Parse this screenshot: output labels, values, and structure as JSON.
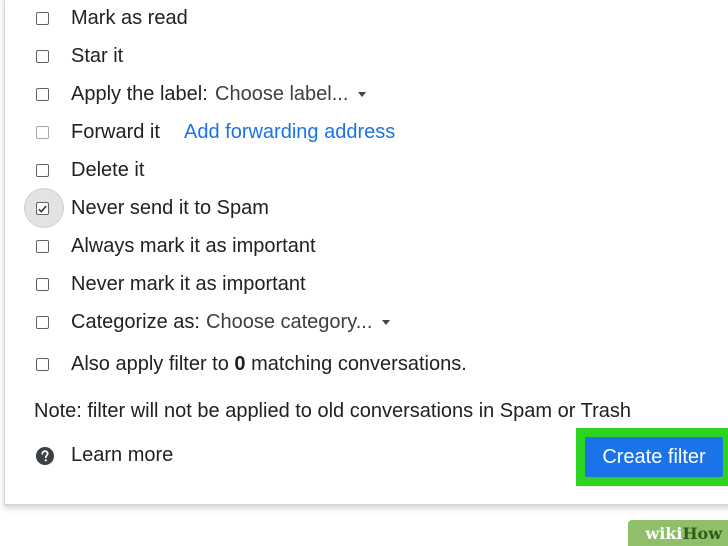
{
  "actions": [
    {
      "label": "Mark as read",
      "checked": false
    },
    {
      "label": "Star it",
      "checked": false
    },
    {
      "label": "Apply the label:",
      "checked": false,
      "select_value": "Choose label..."
    },
    {
      "label": "Forward it",
      "checked": false,
      "disabled": true,
      "link": "Add forwarding address"
    },
    {
      "label": "Delete it",
      "checked": false
    },
    {
      "label": "Never send it to Spam",
      "checked": true
    },
    {
      "label": "Always mark it as important",
      "checked": false
    },
    {
      "label": "Never mark it as important",
      "checked": false
    },
    {
      "label": "Categorize as:",
      "checked": false,
      "select_value": "Choose category..."
    }
  ],
  "apply_existing": {
    "prefix": "Also apply filter to ",
    "count": "0",
    "suffix": " matching conversations.",
    "checked": false
  },
  "note": "Note: filter will not be applied to old conversations in Spam or Trash",
  "learn_more": "Learn more",
  "create_button": "Create filter",
  "watermark": {
    "part1": "wiki",
    "part2": "How"
  },
  "colors": {
    "accent_blue": "#1a73e8",
    "highlight_green": "#2bd41f",
    "text": "#202124"
  },
  "icons": {
    "help": "question-circle-icon",
    "dropdown": "caret-down-icon",
    "check": "checkmark-icon"
  }
}
